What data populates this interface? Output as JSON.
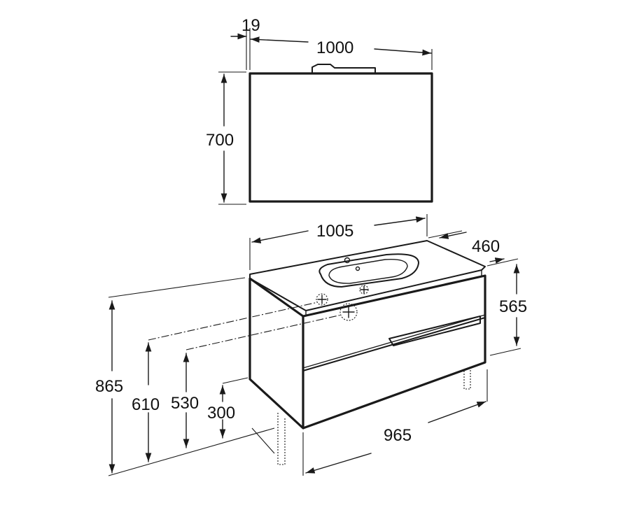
{
  "dimensions": {
    "mirror_depth": "19",
    "mirror_width": "1000",
    "mirror_height": "700",
    "top_width": "1005",
    "top_depth": "460",
    "cabinet_height": "565",
    "total_height": "865",
    "outlet_height_1": "610",
    "outlet_height_2": "530",
    "outlet_height_3": "300",
    "cabinet_width": "965"
  }
}
